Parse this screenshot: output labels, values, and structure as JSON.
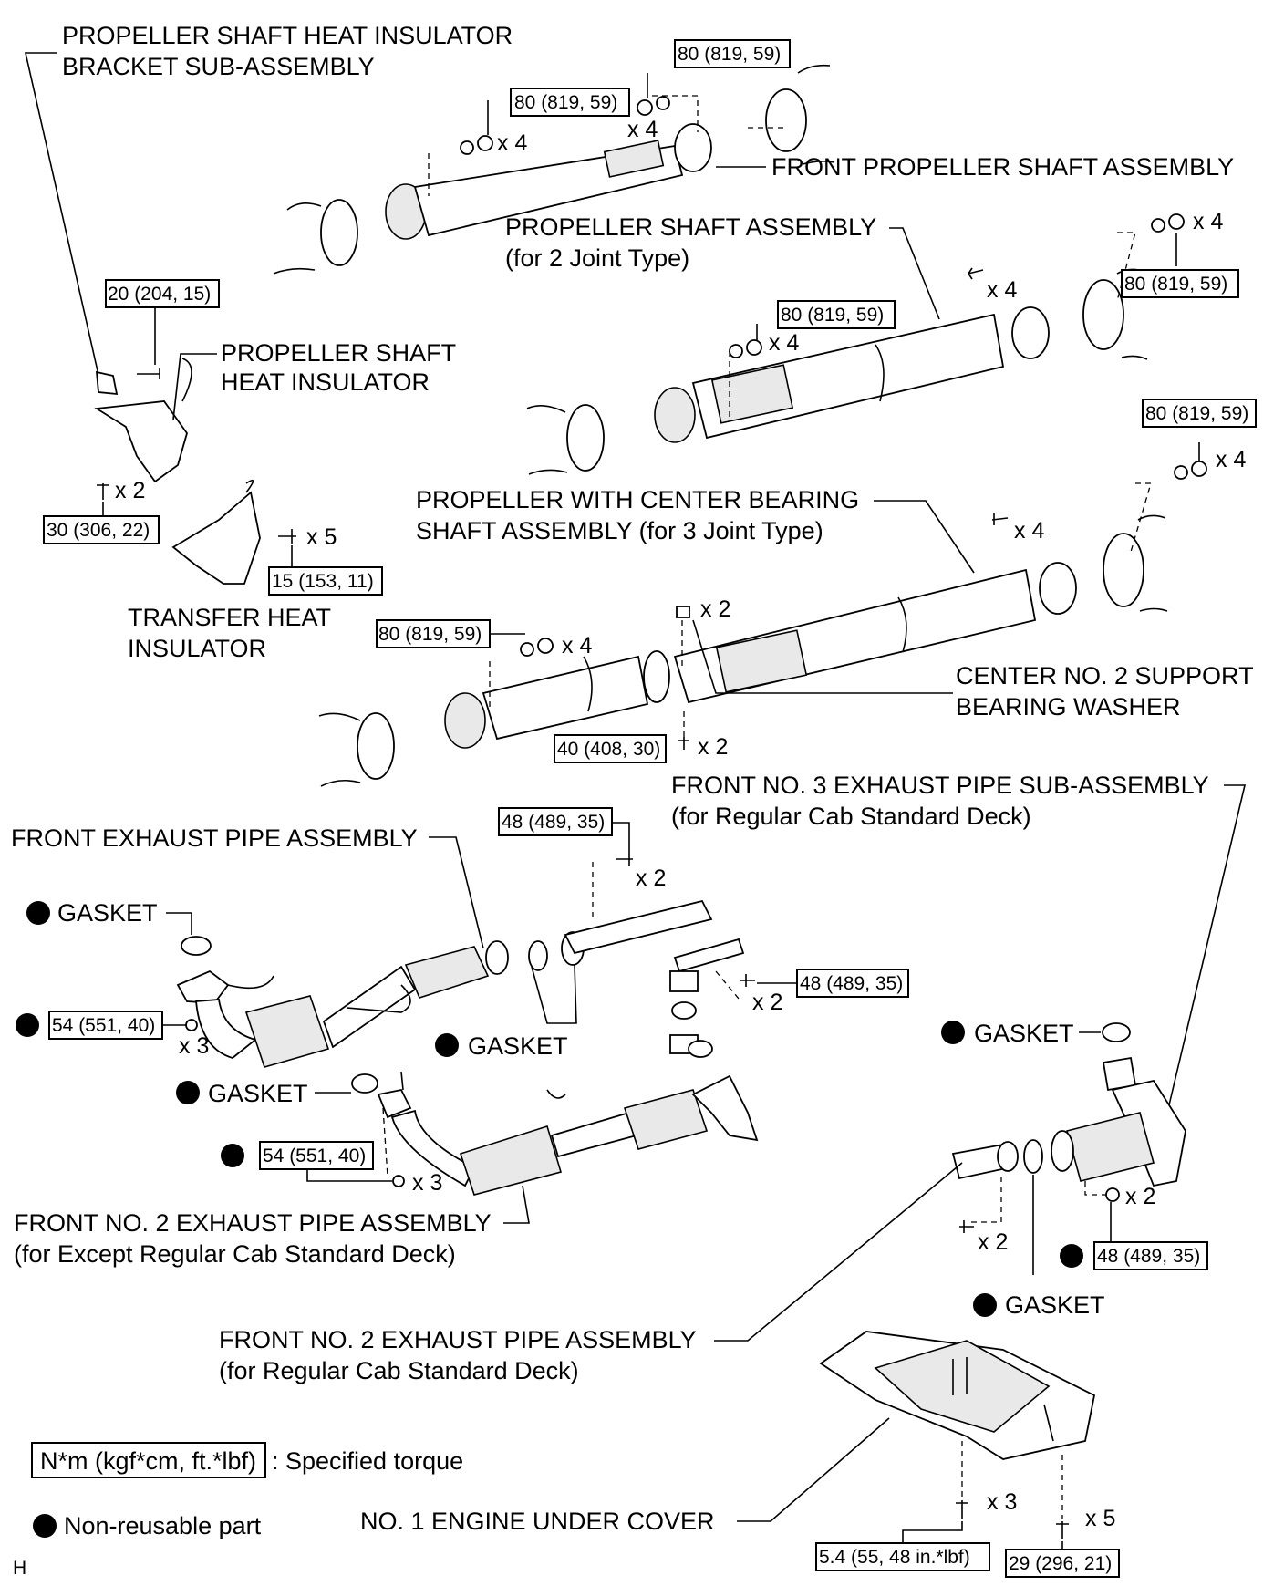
{
  "labels": {
    "bracket": [
      "PROPELLER SHAFT HEAT INSULATOR",
      "BRACKET SUB-ASSEMBLY"
    ],
    "front_prop_shaft": "FRONT PROPELLER SHAFT ASSEMBLY",
    "prop_2joint": [
      "PROPELLER SHAFT ASSEMBLY",
      "(for 2 Joint Type)"
    ],
    "heat_insulator": [
      "PROPELLER SHAFT",
      "HEAT INSULATOR"
    ],
    "center_bearing": [
      "PROPELLER WITH CENTER BEARING",
      "SHAFT ASSEMBLY (for 3 Joint Type)"
    ],
    "transfer_insulator": [
      "TRANSFER HEAT",
      "INSULATOR"
    ],
    "center_washer": [
      "CENTER NO. 2 SUPPORT",
      "BEARING WASHER"
    ],
    "front_no3": [
      "FRONT NO. 3 EXHAUST PIPE SUB-ASSEMBLY",
      "(for Regular Cab Standard Deck)"
    ],
    "front_exhaust": "FRONT EXHAUST PIPE ASSEMBLY",
    "gasket": "GASKET",
    "front_no2_except": [
      "FRONT NO. 2 EXHAUST PIPE ASSEMBLY",
      "(for Except Regular Cab Standard Deck)"
    ],
    "front_no2_regular": [
      "FRONT NO. 2 EXHAUST PIPE ASSEMBLY",
      "(for Regular Cab Standard Deck)"
    ],
    "under_cover": "NO. 1 ENGINE UNDER COVER"
  },
  "torques": {
    "t80": "80 (819, 59)",
    "t20": "20 (204, 15)",
    "t30": "30 (306, 22)",
    "t15": "15 (153, 11)",
    "t40": "40 (408, 30)",
    "t48": "48 (489, 35)",
    "t54": "54 (551, 40)",
    "t54b": "5.4 (55, 48 in.*lbf)",
    "t29": "29 (296, 21)"
  },
  "counts": {
    "x2": "x 2",
    "x3": "x 3",
    "x4": "x 4",
    "x5": "x 5"
  },
  "legend": {
    "torque_box": "N*m (kgf*cm, ft.*lbf)",
    "torque_desc": ": Specified torque",
    "nonreusable": "Non-reusable part"
  },
  "corner_mark": "H"
}
